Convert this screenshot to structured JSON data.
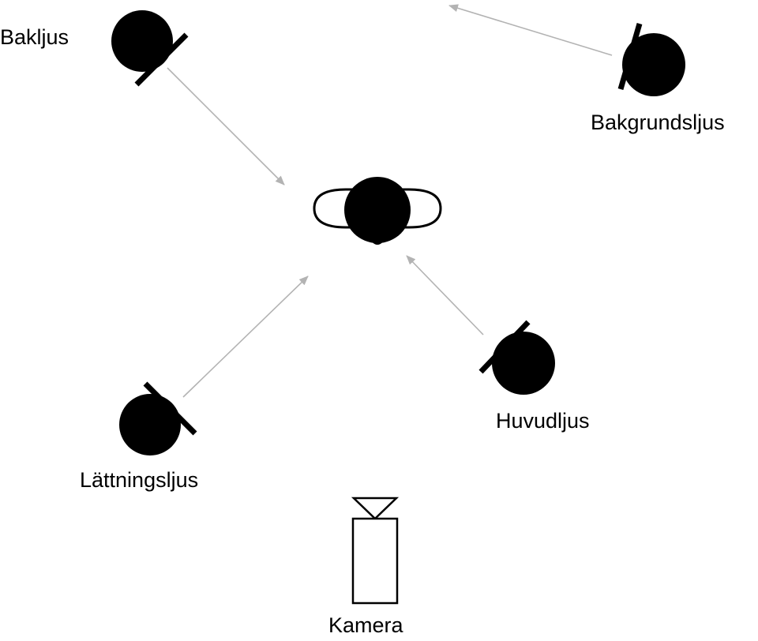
{
  "diagram": {
    "labels": {
      "backlight": "Bakljus",
      "background_light": "Bakgrundsljus",
      "fill_light": "Lättningsljus",
      "key_light": "Huvudljus",
      "camera": "Kamera"
    },
    "colors": {
      "lamp": "#000000",
      "arrow": "#b3b3b3",
      "camera_outline": "#000000",
      "background": "#ffffff"
    },
    "icons": {
      "lamp": "spotlight-icon",
      "subject": "person-topview-icon",
      "camera": "camera-icon"
    }
  }
}
